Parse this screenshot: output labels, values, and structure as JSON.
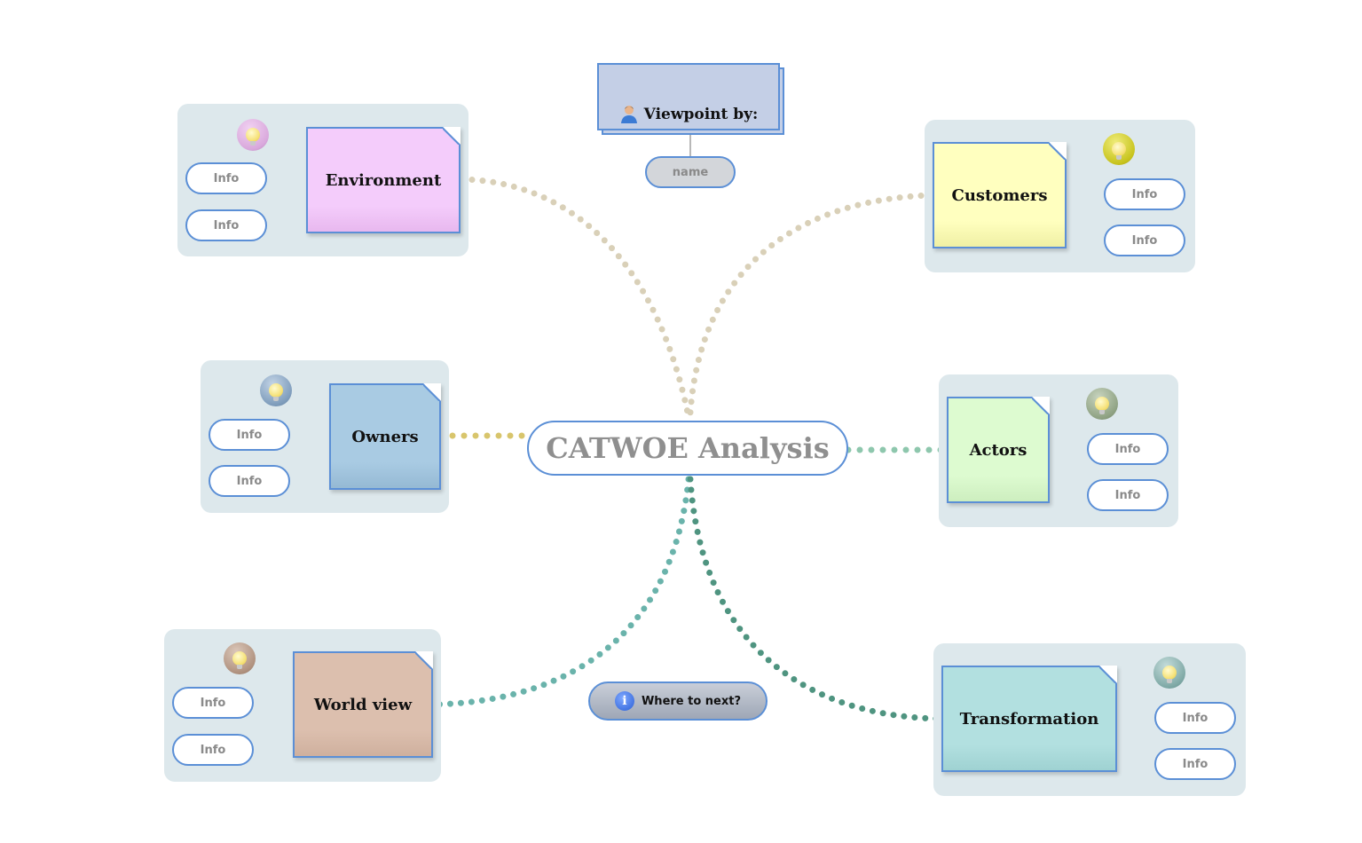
{
  "central_topic": "CATWOE Analysis",
  "viewpoint": {
    "label": "Viewpoint by:",
    "name_placeholder": "name",
    "icon": "person-icon"
  },
  "where_next": {
    "label": "Where to next?",
    "icon": "info-icon",
    "icon_glyph": "i"
  },
  "colors": {
    "accent": "#5b8fd6",
    "panel": "#dde8ec",
    "environment": "#f4ccfb",
    "customers": "#ffffbf",
    "owners": "#a9cbe3",
    "actors": "#ddfbd0",
    "world_view": "#dcbfae",
    "transformation": "#b2e0e0",
    "link_upper": "#d9d0b8",
    "link_owners": "#d8c56c",
    "link_actors": "#8ec7ad",
    "link_world_view": "#6ab3ab",
    "link_transformation": "#4f9480"
  },
  "topics": {
    "environment": {
      "label": "Environment",
      "info": [
        "Info",
        "Info"
      ],
      "bulb_color": "#d9a8dc",
      "icon": "lightbulb-icon"
    },
    "customers": {
      "label": "Customers",
      "info": [
        "Info",
        "Info"
      ],
      "bulb_color": "#c8c41e",
      "icon": "lightbulb-icon"
    },
    "owners": {
      "label": "Owners",
      "info": [
        "Info",
        "Info"
      ],
      "bulb_color": "#7f9dbc",
      "icon": "lightbulb-icon"
    },
    "actors": {
      "label": "Actors",
      "info": [
        "Info",
        "Info"
      ],
      "bulb_color": "#8fa283",
      "icon": "lightbulb-icon"
    },
    "world_view": {
      "label": "World view",
      "info": [
        "Info",
        "Info"
      ],
      "bulb_color": "#b0927f",
      "icon": "lightbulb-icon"
    },
    "transformation": {
      "label": "Transformation",
      "info": [
        "Info",
        "Info"
      ],
      "bulb_color": "#7fa9a6",
      "icon": "lightbulb-icon"
    }
  }
}
